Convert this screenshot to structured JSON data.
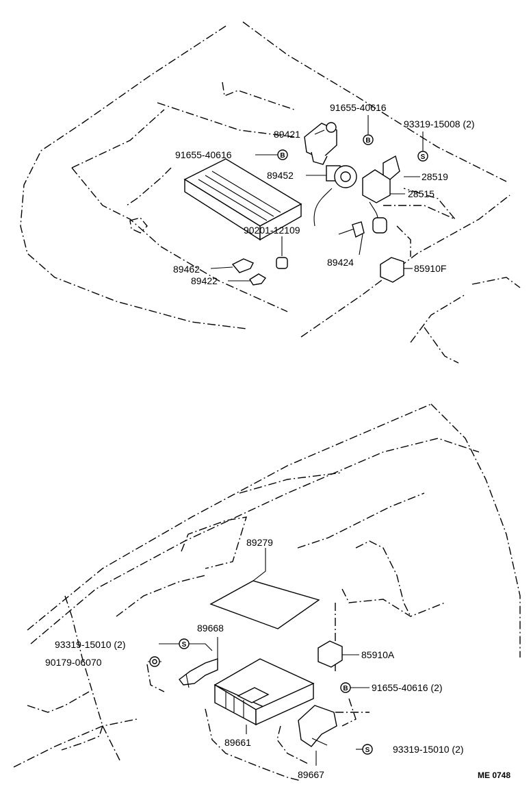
{
  "drawing_code": "ME 0748",
  "labels": {
    "p91655_40616_top": "91655-40616",
    "p93319_15008": "93319-15008 (2)",
    "p89421": "89421",
    "p91655_40616_left": "91655-40616",
    "p89452": "89452",
    "p28519": "28519",
    "p28515": "28515",
    "p90201_12109": "90201-12109",
    "p89462": "89462",
    "p89422": "89422",
    "p89424": "89424",
    "p85910F": "85910F",
    "p89279": "89279",
    "p89668": "89668",
    "p93319_15010_left": "93319-15010 (2)",
    "p90179_06070": "90179-06070",
    "p85910A": "85910A",
    "p91655_40616_2": "91655-40616 (2)",
    "p89661": "89661",
    "p93319_15010_right": "93319-15010 (2)",
    "p89667": "89667"
  },
  "symbols": {
    "bolt": "B",
    "screw": "S"
  }
}
